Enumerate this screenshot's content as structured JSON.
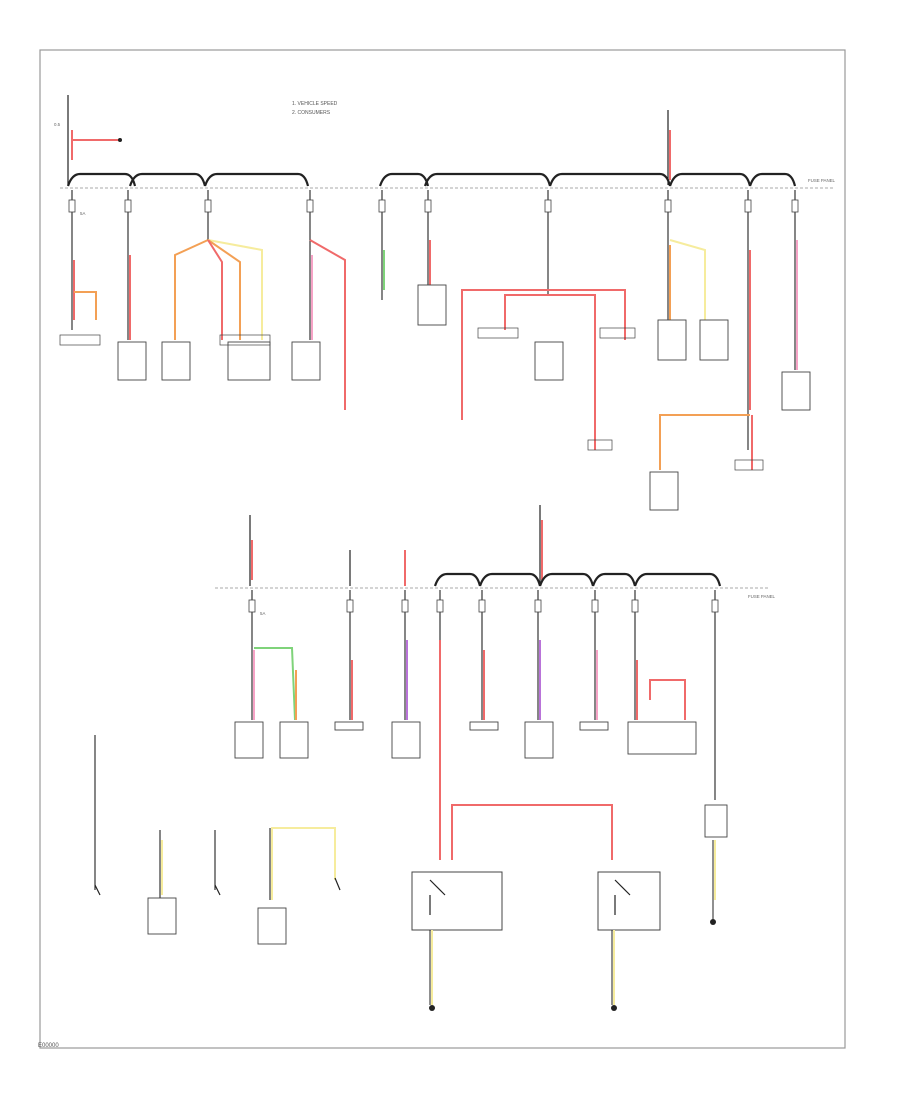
{
  "diagram": {
    "legend": [
      "1. VEHICLE SPEED",
      "2. CONSUMERS"
    ],
    "fuse_panel_labels": [
      "FUSE PANEL",
      "FUSE PANEL"
    ],
    "wire_gauge": "0.5",
    "fuse_rating": "5A",
    "drawing_code": "E00000",
    "colors": {
      "frame": "#999999",
      "wire": "#222222",
      "red": "#f06a6a",
      "pink": "#f6a3c6",
      "orange": "#f3a055",
      "yellow": "#f6ec9d",
      "green": "#7fd37a",
      "violet": "#b973d9"
    }
  }
}
